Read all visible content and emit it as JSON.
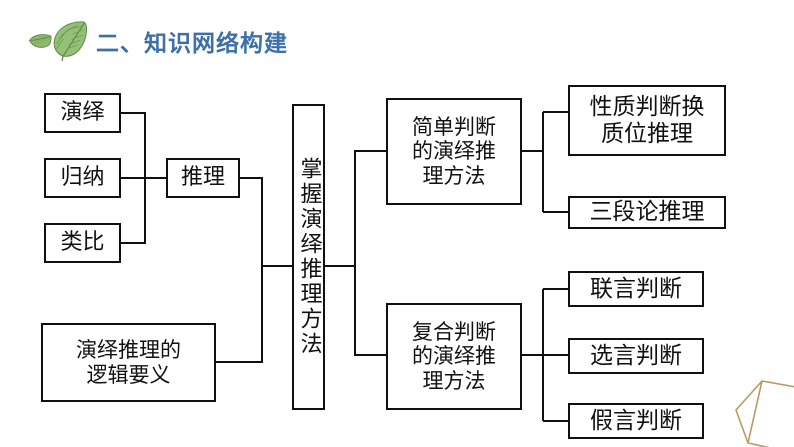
{
  "header": {
    "title": "二、知识网络构建",
    "title_color": "#3d6fa8",
    "leaf_icon_large": "leaf-icon",
    "leaf_icon_small": "leaf-icon-small",
    "leaf_color": "#7fab63"
  },
  "diagram": {
    "line_color": "#101010",
    "box_border_color": "#101010",
    "box_fill": "#ffffff",
    "nodes": {
      "deduction": "演绎",
      "induction": "归纳",
      "analogy": "类比",
      "inference": "推理",
      "logic_essence": "演绎推理的\n逻辑要义",
      "center": "掌握演绎推理方法",
      "simple_judgment": "简单判断\n的演绎推\n理方法",
      "compound_judgment": "复合判断\n的演绎推\n理方法",
      "quality_conversion": "性质判断换\n质位推理",
      "syllogism": "三段论推理",
      "conjunctive": "联言判断",
      "disjunctive": "选言判断",
      "hypothetical": "假言判断"
    }
  },
  "decoration": {
    "corner_shape_color": "#b99a63"
  }
}
